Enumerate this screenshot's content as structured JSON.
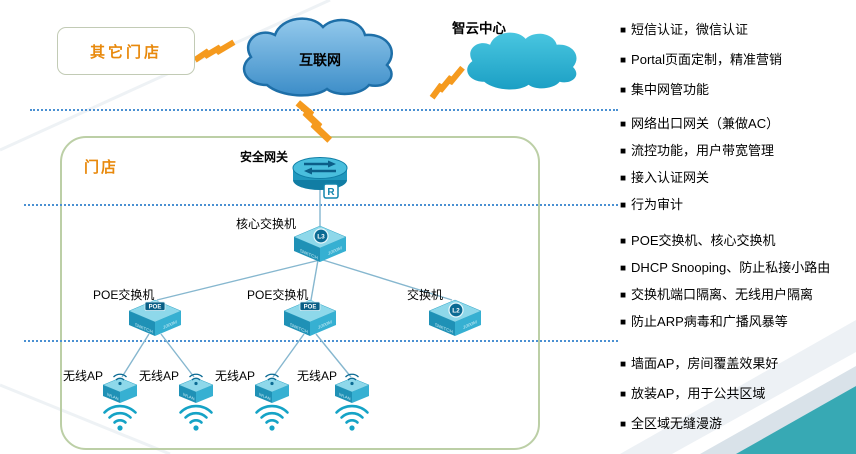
{
  "colors": {
    "accent_orange": "#e8890c",
    "cloud_blue": "#3c8dc8",
    "cloud_teal": "#2ab3d6",
    "device_teal": "#1f91b6",
    "dotted_line": "#4a90d2",
    "corner_teal": "#37a9b4",
    "bolt_orange": "#f59a1e",
    "store_border": "#bccfa6"
  },
  "top": {
    "other_stores_label": "其它门店",
    "internet_label": "互联网",
    "cloud_center_label": "智云中心"
  },
  "store": {
    "label": "门店",
    "gateway_label": "安全网关",
    "core_switch_label": "核心交换机",
    "poe_switch_left_label": "POE交换机",
    "poe_switch_mid_label": "POE交换机",
    "switch_right_label": "交换机",
    "ap_label": "无线AP",
    "badges": {
      "router": "R",
      "l3": "L3",
      "l2": "L2",
      "poe": "POE",
      "wlan": "WLAN",
      "switch_text": "SWITCH",
      "speed_text": "1000M"
    }
  },
  "notes": {
    "bullet": "■",
    "groups": [
      {
        "items": [
          "短信认证，微信认证",
          "Portal页面定制，精准营销",
          "集中网管功能"
        ]
      },
      {
        "items": [
          "网络出口网关（兼做AC）",
          "流控功能，用户带宽管理",
          "接入认证网关",
          "行为审计"
        ]
      },
      {
        "items": [
          "POE交换机、核心交换机",
          "DHCP Snooping、防止私接小路由",
          "交换机端口隔离、无线用户隔离",
          "防止ARP病毒和广播风暴等"
        ]
      },
      {
        "items": [
          "墙面AP，房间覆盖效果好",
          "放装AP，用于公共区域",
          "全区域无缝漫游"
        ]
      }
    ]
  }
}
